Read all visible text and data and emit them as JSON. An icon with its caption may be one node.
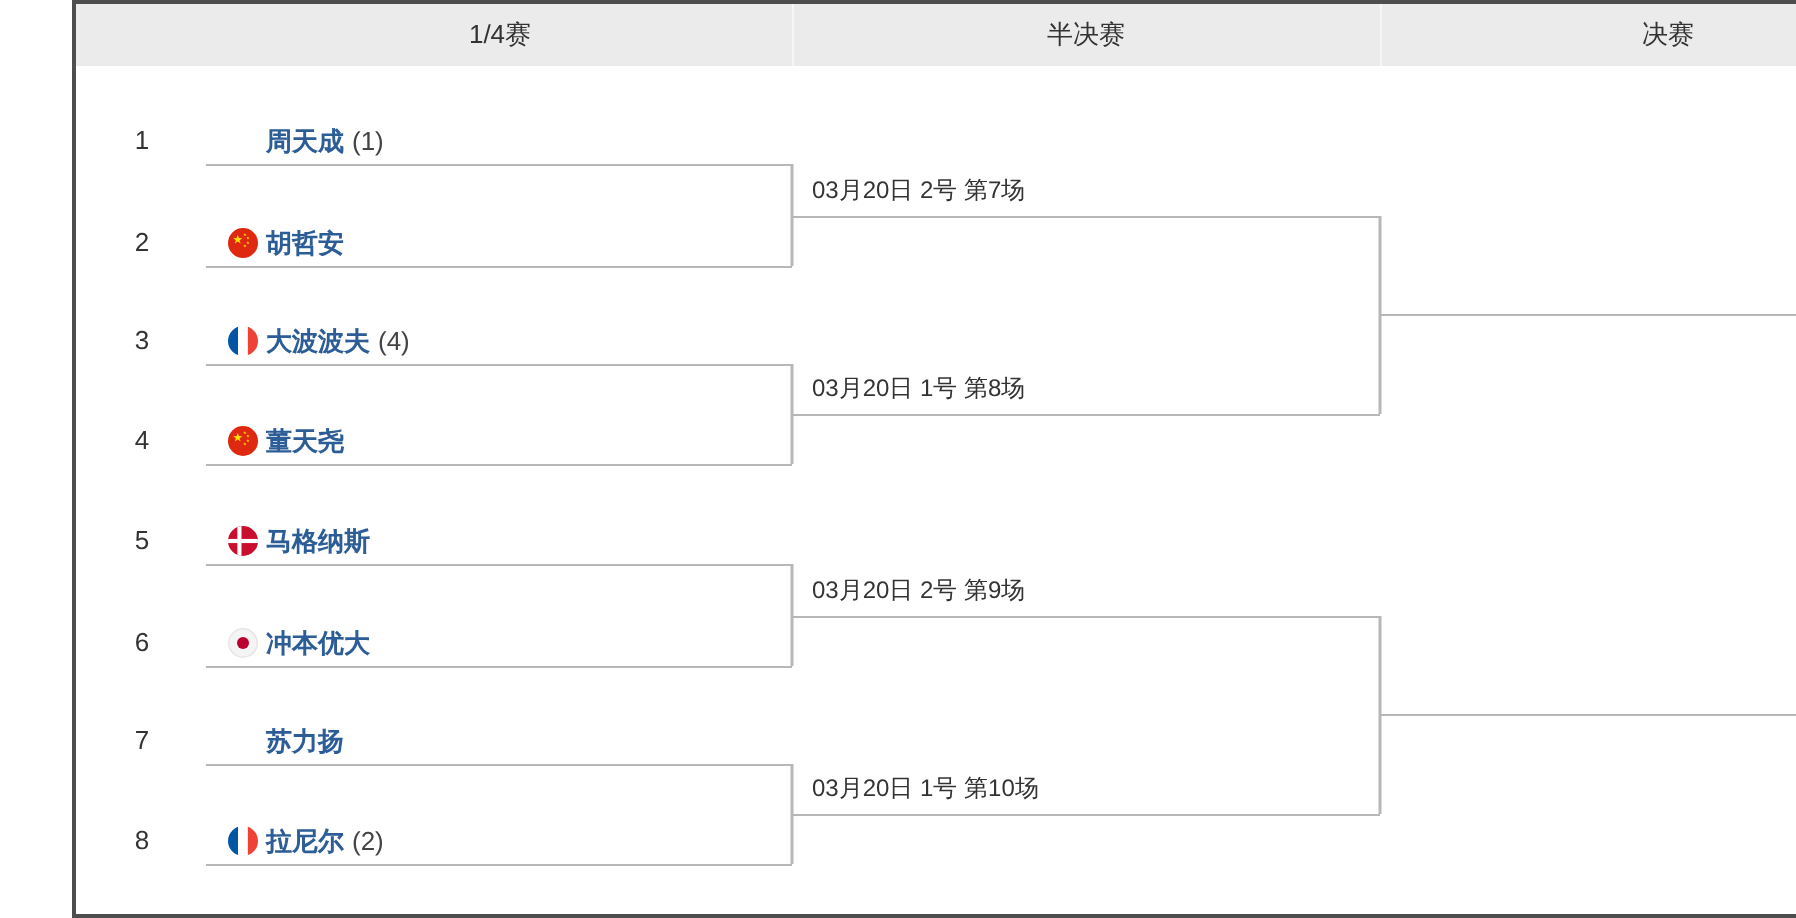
{
  "diagram": {
    "nodes": [
      {
        "text": [
          "周天成",
          "(1)"
        ],
        "beside": [
          "1"
        ]
      },
      {
        "text": [
          "胡哲安"
        ],
        "beside": [
          "2"
        ]
      },
      {
        "text": [
          "大波波夫",
          "(4)"
        ],
        "beside": [
          "3"
        ]
      },
      {
        "text": [
          "董天尧"
        ],
        "beside": [
          "4"
        ]
      },
      {
        "text": [
          "马格纳斯"
        ],
        "beside": [
          "5"
        ]
      },
      {
        "text": [
          "冲本优大"
        ],
        "beside": [
          "6"
        ]
      },
      {
        "text": [
          "苏力扬"
        ],
        "beside": [
          "7"
        ]
      },
      {
        "text": [
          "拉尼尔",
          "(2)"
        ],
        "beside": [
          "8"
        ]
      },
      {
        "text": [
          "03月20日 2号 第7场"
        ]
      },
      {
        "text": [
          "03月20日 1号 第8场"
        ]
      },
      {
        "text": [
          "03月20日 2号 第9场"
        ]
      },
      {
        "text": [
          "03月20日 1号 第10场"
        ]
      },
      {
        "text": [],
        "shape": "line"
      },
      {
        "text": [],
        "shape": "line"
      }
    ],
    "edges": [
      {
        "from": 0,
        "to": 8,
        "arrow": "none"
      },
      {
        "from": 1,
        "to": 8,
        "arrow": "none"
      },
      {
        "from": 2,
        "to": 9,
        "arrow": "none"
      },
      {
        "from": 3,
        "to": 9,
        "arrow": "none"
      },
      {
        "from": 4,
        "to": 10,
        "arrow": "none"
      },
      {
        "from": 5,
        "to": 10,
        "arrow": "none"
      },
      {
        "from": 6,
        "to": 11,
        "arrow": "none"
      },
      {
        "from": 7,
        "to": 11,
        "arrow": "none"
      },
      {
        "from": 8,
        "to": 12,
        "arrow": "none"
      },
      {
        "from": 9,
        "to": 12,
        "arrow": "none"
      },
      {
        "from": 10,
        "to": 13,
        "arrow": "none"
      },
      {
        "from": 11,
        "to": 13,
        "arrow": "none"
      }
    ],
    "labels": [
      "1/4赛",
      "半决赛",
      "决赛"
    ]
  }
}
